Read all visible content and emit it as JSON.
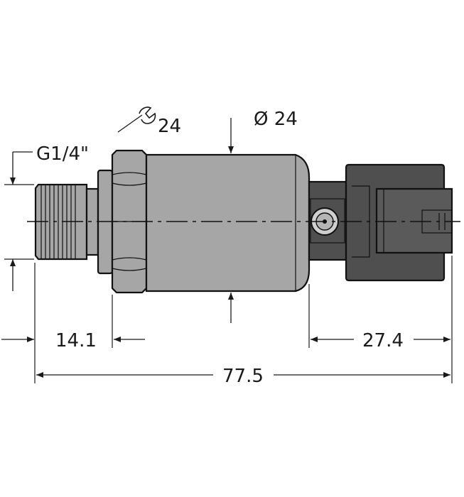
{
  "labels": {
    "thread": "G1/4\"",
    "wrench_size": "24",
    "diameter": "Ø 24",
    "dim_thread_length": "14.1",
    "dim_connector_length": "27.4",
    "dim_total_length": "77.5"
  },
  "colors": {
    "body": "#a6a6a6",
    "connector": "#4f4f4f",
    "line": "#111111"
  },
  "icons": {
    "wrench": "wrench-icon",
    "arrow": "arrowhead"
  }
}
